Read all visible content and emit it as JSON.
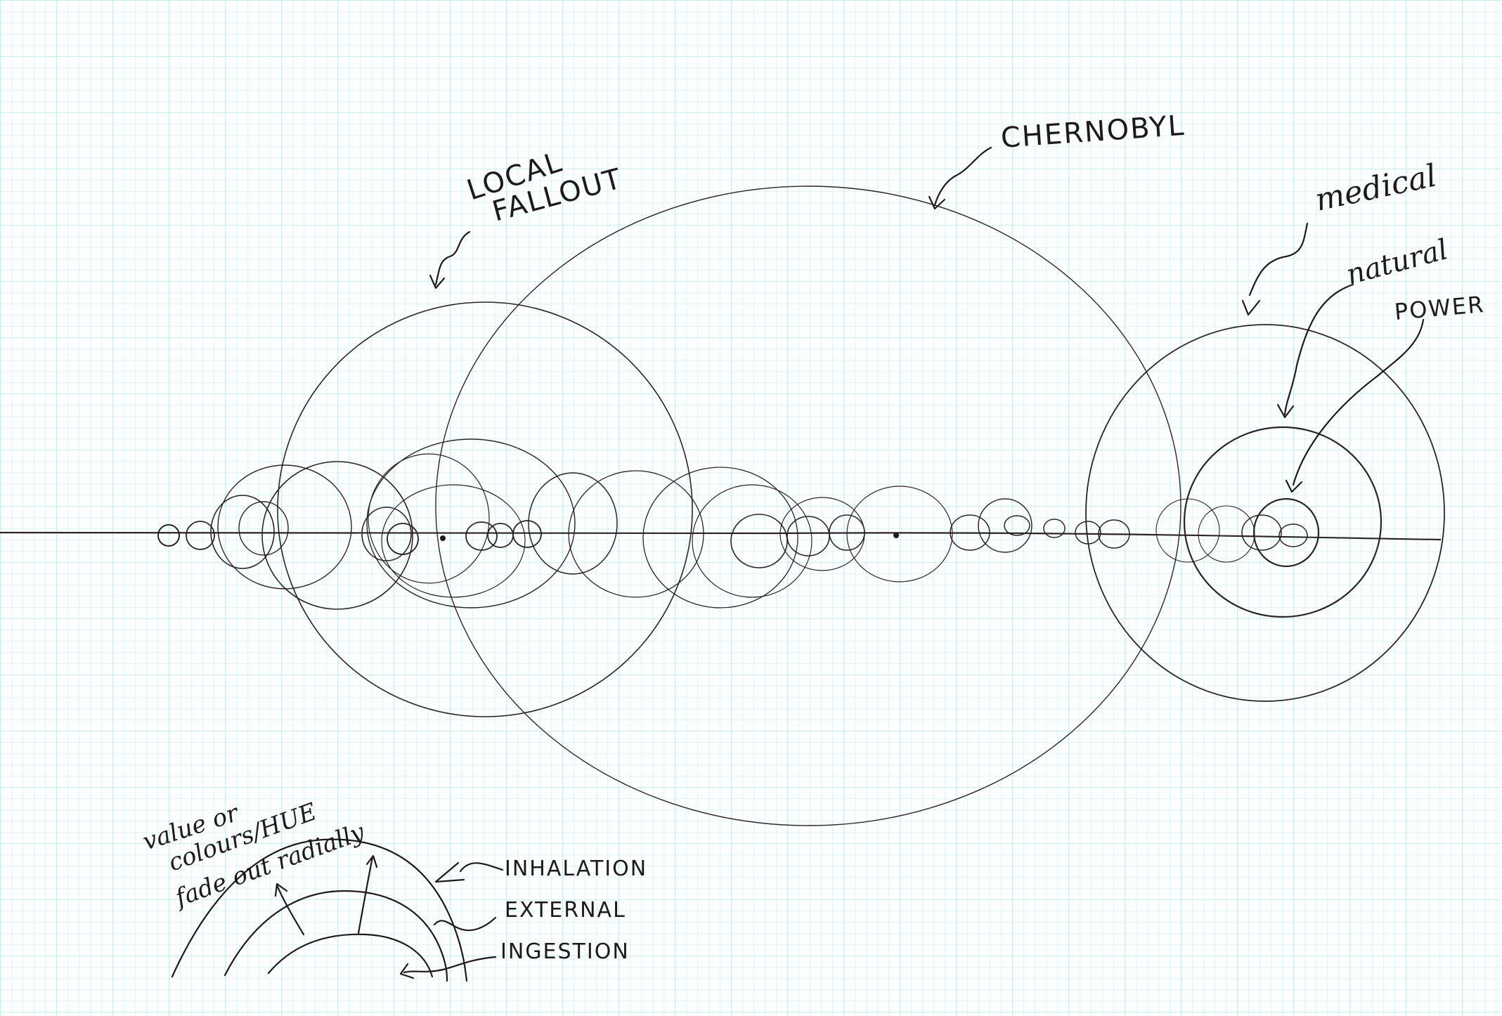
{
  "labels": {
    "local_fallout_line1": "LOCAL",
    "local_fallout_line2": "FALLOUT",
    "chernobyl": "CHERNOBYL",
    "medical": "medical",
    "natural": "natural",
    "power": "POWER"
  },
  "legend": {
    "note_line1": "value or",
    "note_line2": "colours/HUE",
    "note_line3": "fade out radially",
    "inhalation": "INHALATION",
    "external": "EXTERNAL",
    "ingestion": "INGESTION"
  },
  "colors": {
    "paper": "#fdfefe",
    "grid": "#c6eef0",
    "ink": "#1e1a1c"
  }
}
